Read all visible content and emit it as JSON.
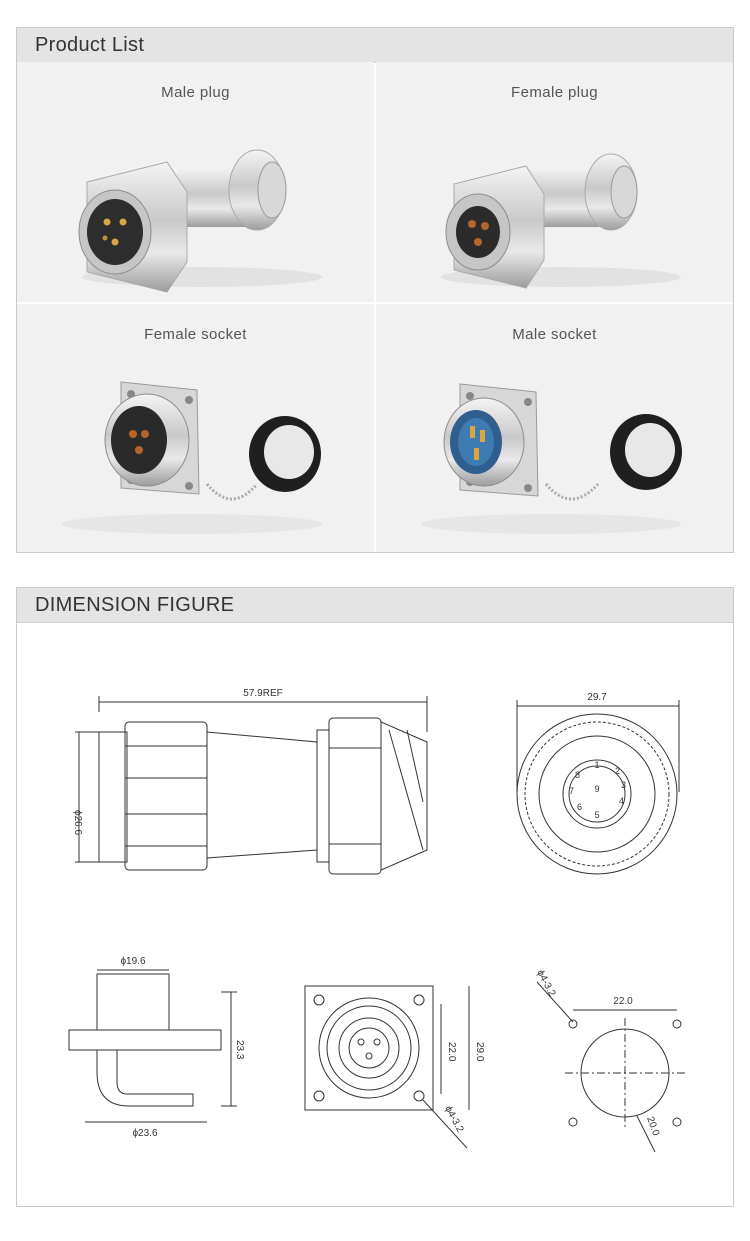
{
  "product_list": {
    "title": "Product List",
    "items": [
      {
        "label": "Male plug"
      },
      {
        "label": "Female plug"
      },
      {
        "label": "Female socket"
      },
      {
        "label": "Male socket"
      }
    ]
  },
  "dimension": {
    "title": "DIMENSION FIGURE",
    "side_view": {
      "length": "57.9REF",
      "diameter": "ϕ26.6"
    },
    "front_view": {
      "width": "29.7",
      "pins": [
        "1",
        "2",
        "3",
        "4",
        "5",
        "6",
        "7",
        "8",
        "9"
      ]
    },
    "socket_side": {
      "top_dia": "ϕ19.6",
      "height": "23.3",
      "bottom_dia": "ϕ23.6"
    },
    "socket_front": {
      "inner": "22.0",
      "outer": "29.0",
      "holes": "ϕ4-3.2"
    },
    "panel_cutout": {
      "holes": "ϕ4-3.2",
      "spacing": "22.0",
      "hole_dia": "20.0"
    }
  }
}
